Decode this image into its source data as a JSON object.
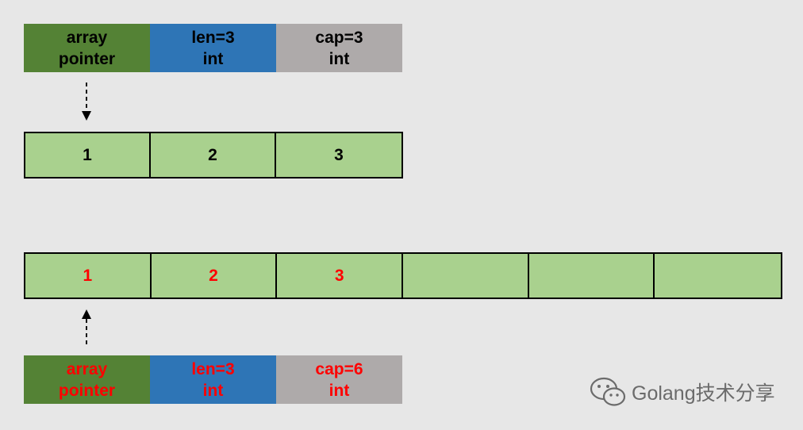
{
  "top_header": {
    "ptr_line1": "array",
    "ptr_line2": "pointer",
    "len_line1": "len=3",
    "len_line2": "int",
    "cap_line1": "cap=3",
    "cap_line2": "int"
  },
  "top_array": [
    "1",
    "2",
    "3"
  ],
  "bottom_array": [
    "1",
    "2",
    "3",
    "",
    "",
    ""
  ],
  "bottom_header": {
    "ptr_line1": "array",
    "ptr_line2": "pointer",
    "len_line1": "len=3",
    "len_line2": "int",
    "cap_line1": "cap=6",
    "cap_line2": "int"
  },
  "watermark": {
    "text": "Golang技术分享",
    "icon": "wechat-icon"
  },
  "colors": {
    "background": "#e7e7e7",
    "pointer_cell": "#548235",
    "len_cell": "#2e75b6",
    "cap_cell": "#aeaaaa",
    "array_cell": "#a9d18e",
    "highlight_text": "#ff0000"
  }
}
